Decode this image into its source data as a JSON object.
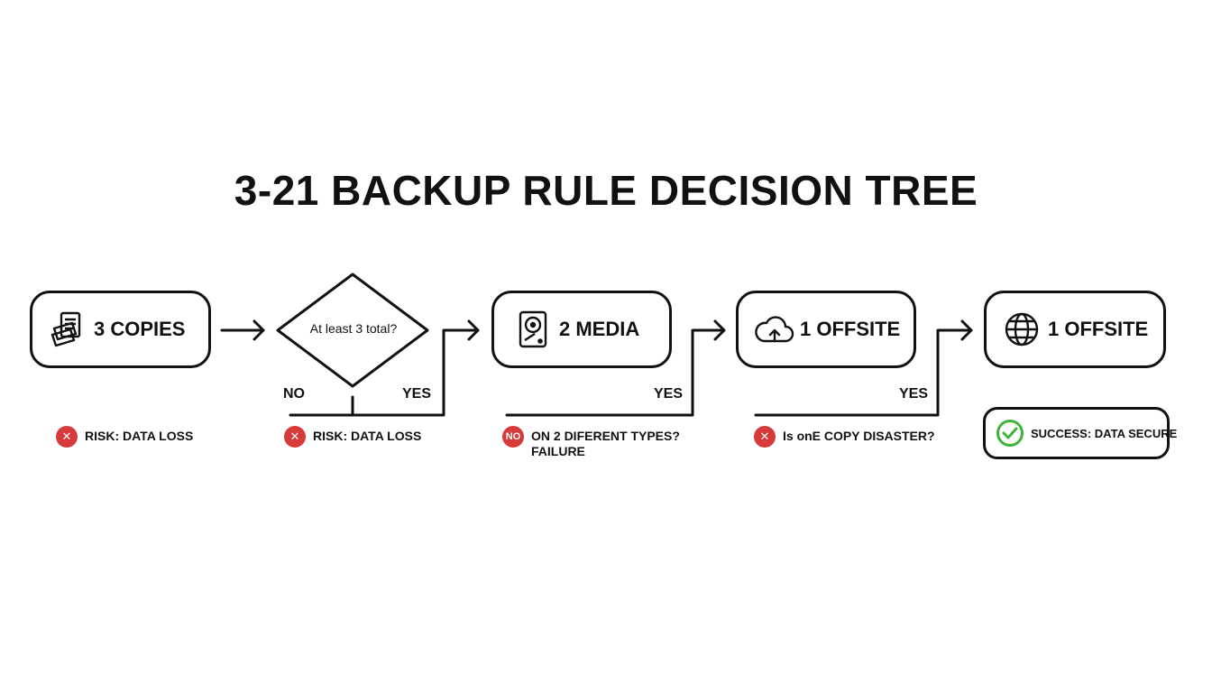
{
  "title": "3-21 BACKUP RULE DECISION TREE",
  "nodes": {
    "copies": {
      "label": "3 COPIES",
      "icon": "documents-icon"
    },
    "media": {
      "label": "2 MEDIA",
      "icon": "hard-drive-icon"
    },
    "offsite_cloud": {
      "label": "1 OFFSITE",
      "icon": "cloud-upload-icon"
    },
    "offsite_globe": {
      "label": "1 OFFSITE",
      "icon": "globe-icon"
    }
  },
  "decision": {
    "question": "At least 3 total?",
    "no_label": "NO",
    "yes_label": "YES"
  },
  "branch_yes": [
    "YES",
    "YES"
  ],
  "outcomes": {
    "risk_1": {
      "text": "RISK: DATA LOSS",
      "badge": "✕"
    },
    "risk_2": {
      "text": "RISK: DATA LOSS",
      "badge": "✕"
    },
    "media_fail": {
      "badge": "NO",
      "line1": "ON 2 DIFERENT TYPES?",
      "line2": "FAILURE"
    },
    "disaster": {
      "text": "Is onE COPY DISASTER?",
      "badge": "✕"
    },
    "success": {
      "text": "SUCCESS: DATA SECURE",
      "icon": "checkmark-icon"
    }
  },
  "colors": {
    "error": "#d63a3a",
    "success": "#3fb43a",
    "ink": "#111111"
  }
}
